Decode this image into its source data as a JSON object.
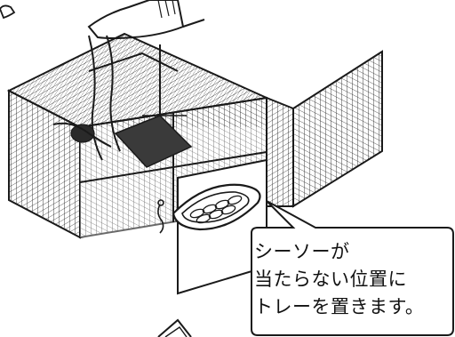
{
  "callout": {
    "lines": [
      "シーソーが",
      "当たらない位置に",
      "トレーを置きます。"
    ]
  },
  "colors": {
    "line": "#1a1a1a",
    "panel_fill": "#3a3a3a",
    "background": "#ffffff"
  },
  "icons": [
    "wire-cage",
    "hand-with-tray",
    "seesaw-panel",
    "feeding-tray",
    "callout-bubble"
  ]
}
